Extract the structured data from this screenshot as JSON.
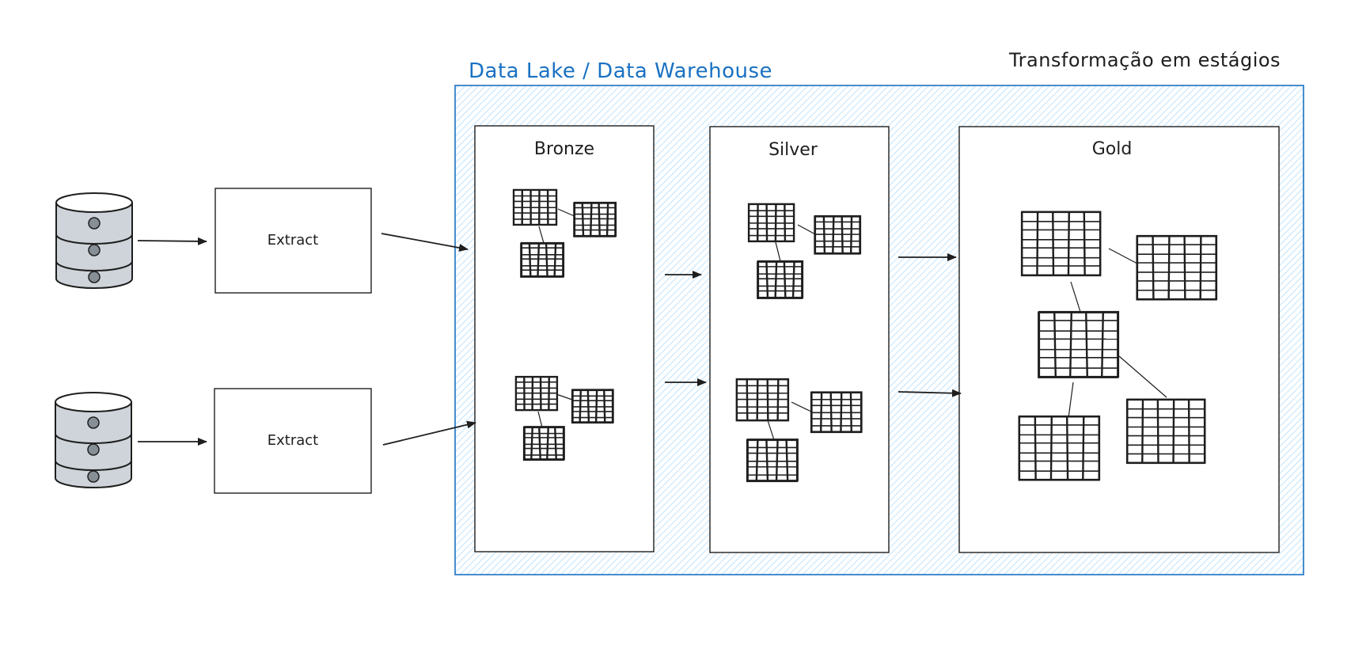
{
  "lake": {
    "title": "Data Lake / Data Warehouse",
    "border_color": "#1971c2",
    "hatch_color": "#a5d8ff"
  },
  "caption": "Transformação em estágios",
  "extract": {
    "label_top": "Extract",
    "label_bottom": "Extract"
  },
  "stages": {
    "bronze": "Bronze",
    "silver": "Silver",
    "gold": "Gold"
  },
  "colors": {
    "ink": "#1e1e1e",
    "database_fill": "#ced4da",
    "database_dot": "#868e96"
  },
  "icons": {
    "database": "database-cylinder-icon",
    "table": "table-grid-icon",
    "arrow": "arrow-right-icon"
  }
}
